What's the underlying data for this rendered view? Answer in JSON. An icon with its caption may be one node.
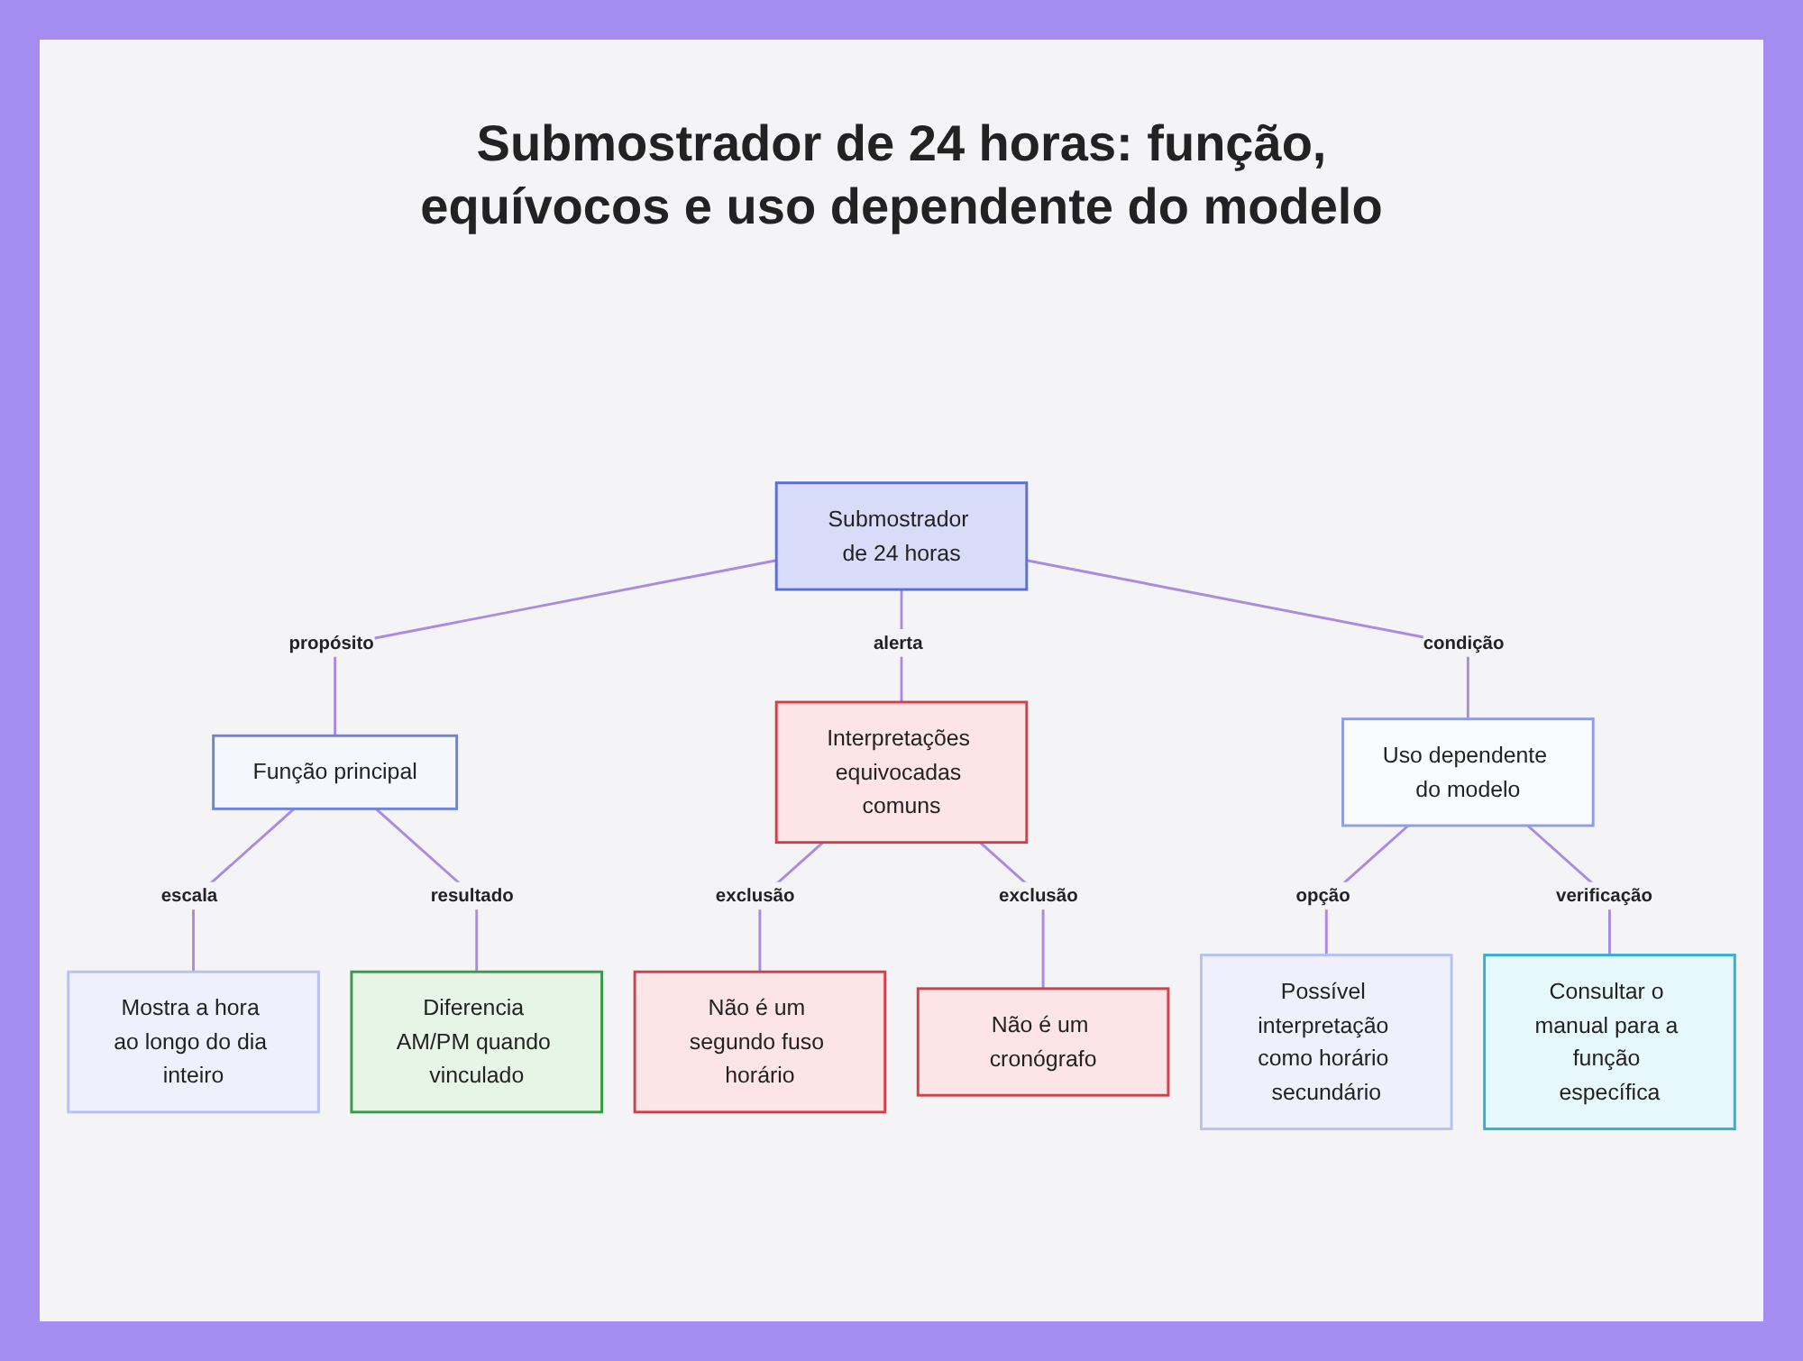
{
  "diagram": {
    "title": "Submostrador de 24 horas: função, equívocos e uso dependente do modelo",
    "nodes": [
      {
        "text": [
          "Submostrador de 24 horas"
        ]
      },
      {
        "text": [
          "Função principal"
        ]
      },
      {
        "text": [
          "Interpretações equivocadas comuns"
        ]
      },
      {
        "text": [
          "Uso dependente do modelo"
        ]
      },
      {
        "text": [
          "Mostra a hora ao longo do dia inteiro"
        ]
      },
      {
        "text": [
          "Diferencia AM/PM quando vinculado"
        ]
      },
      {
        "text": [
          "Não é um segundo fuso horário"
        ]
      },
      {
        "text": [
          "Não é um cronógrafo"
        ]
      },
      {
        "text": [
          "Possível interpretação como horário secundário"
        ]
      },
      {
        "text": [
          "Consultar o manual para a função específica"
        ]
      }
    ],
    "edges": [
      {
        "from": 0,
        "to": 1,
        "arrow": "none",
        "label": "propósito"
      },
      {
        "from": 0,
        "to": 2,
        "arrow": "none",
        "label": "alerta"
      },
      {
        "from": 0,
        "to": 3,
        "arrow": "none",
        "label": "condição"
      },
      {
        "from": 1,
        "to": 4,
        "arrow": "none",
        "label": "escala"
      },
      {
        "from": 1,
        "to": 5,
        "arrow": "none",
        "label": "resultado"
      },
      {
        "from": 2,
        "to": 6,
        "arrow": "none",
        "label": "exclusão"
      },
      {
        "from": 2,
        "to": 7,
        "arrow": "none",
        "label": "exclusão"
      },
      {
        "from": 3,
        "to": 8,
        "arrow": "none",
        "label": "opção"
      },
      {
        "from": 3,
        "to": 9,
        "arrow": "none",
        "label": "verificação"
      }
    ]
  }
}
